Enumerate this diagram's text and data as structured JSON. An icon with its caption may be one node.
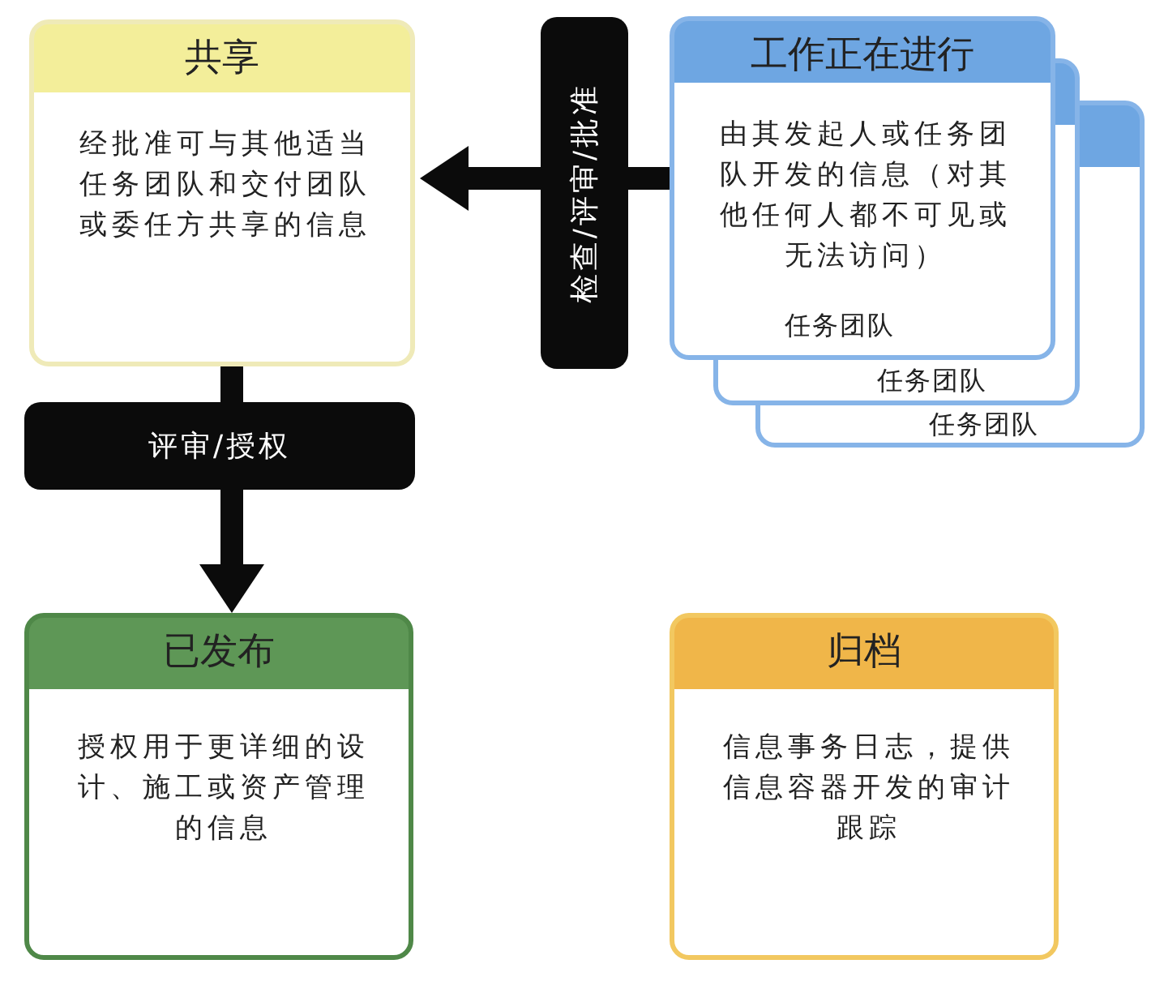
{
  "diagram": {
    "nodes": [
      {
        "text": [
          "共享",
          "经批准可与其他适当任务团队和交付团队或委任方共享的信息"
        ]
      },
      {
        "text": [
          "工作正在进行",
          "由其发起人或任务团队开发的信息（对其他任何人都不可见或无法访问）",
          "任务团队"
        ]
      },
      {
        "text": [
          "任务团队"
        ]
      },
      {
        "text": [
          "任务团队"
        ]
      },
      {
        "text": [
          "已发布",
          "授权用于更详细的设计、施工或资产管理的信息"
        ]
      },
      {
        "text": [
          "归档",
          "信息事务日志，提供信息容器开发的审计跟踪"
        ]
      }
    ],
    "edges": [
      {
        "from": 1,
        "to": 0,
        "arrow": "to",
        "label": "检查/评审/批准"
      },
      {
        "from": 0,
        "to": 4,
        "arrow": "to",
        "label": "评审/授权"
      }
    ]
  }
}
